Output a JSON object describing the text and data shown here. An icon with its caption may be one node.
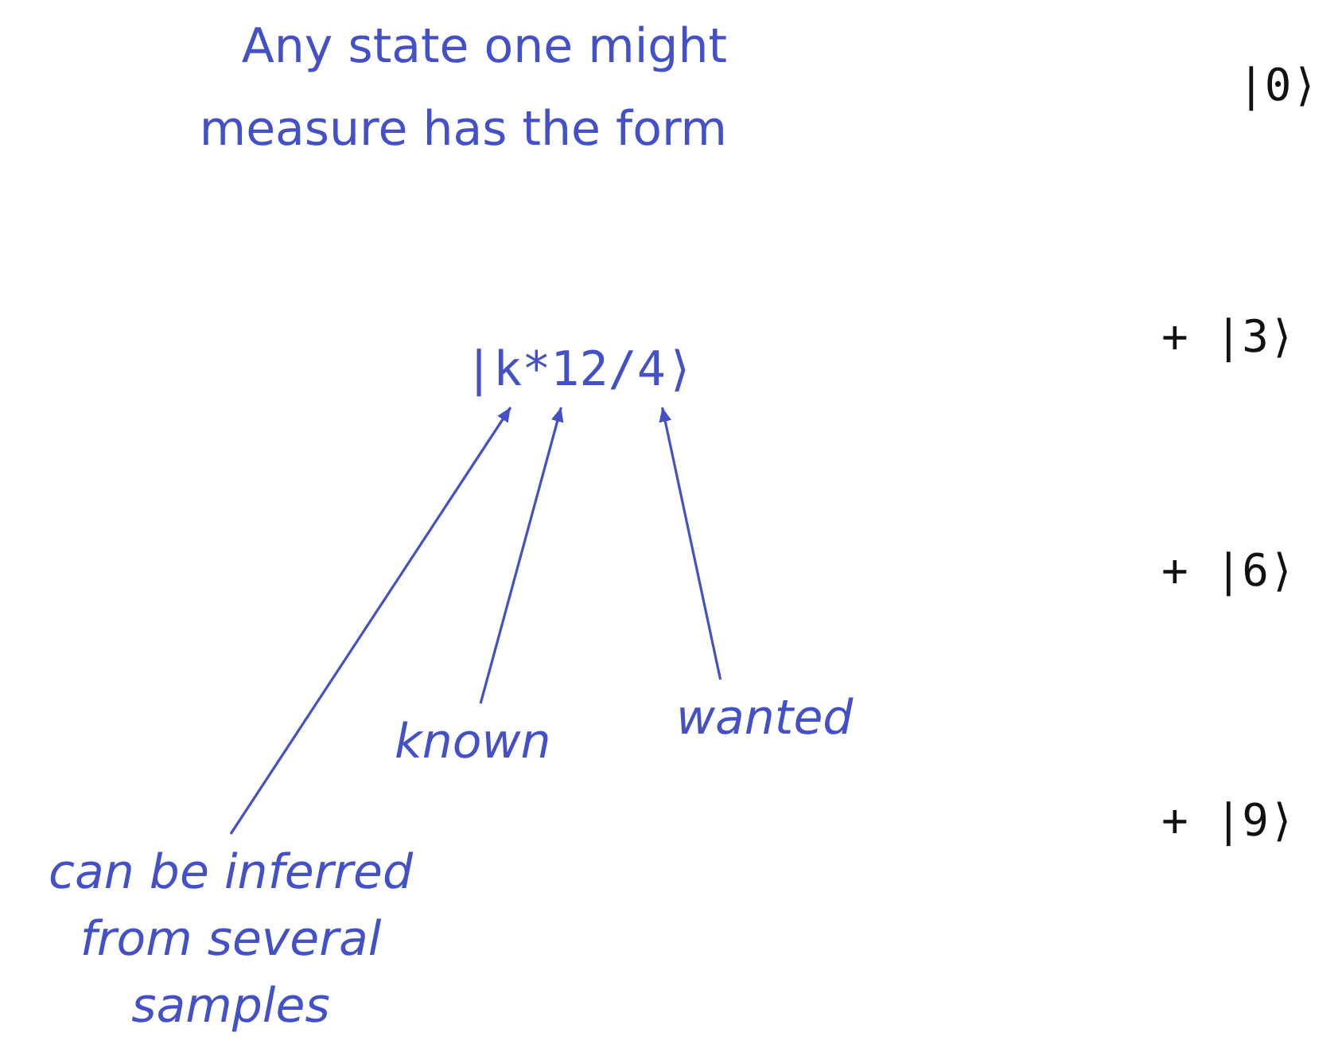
{
  "diagram": {
    "nodes": [
      {
        "text": [
          "|k*12/4⟩"
        ]
      },
      {
        "text": [
          "can be inferred from several samples"
        ]
      },
      {
        "text": [
          "known"
        ]
      },
      {
        "text": [
          "wanted"
        ]
      }
    ],
    "edges": [
      {
        "from": 1,
        "to": 0,
        "arrow": "to"
      },
      {
        "from": 2,
        "to": 0,
        "arrow": "to"
      },
      {
        "from": 3,
        "to": 0,
        "arrow": "to"
      }
    ],
    "labels": [
      "Any state one might measure has the form",
      "|0⟩",
      "+ |3⟩",
      "+ |6⟩",
      "+ |9⟩"
    ]
  }
}
